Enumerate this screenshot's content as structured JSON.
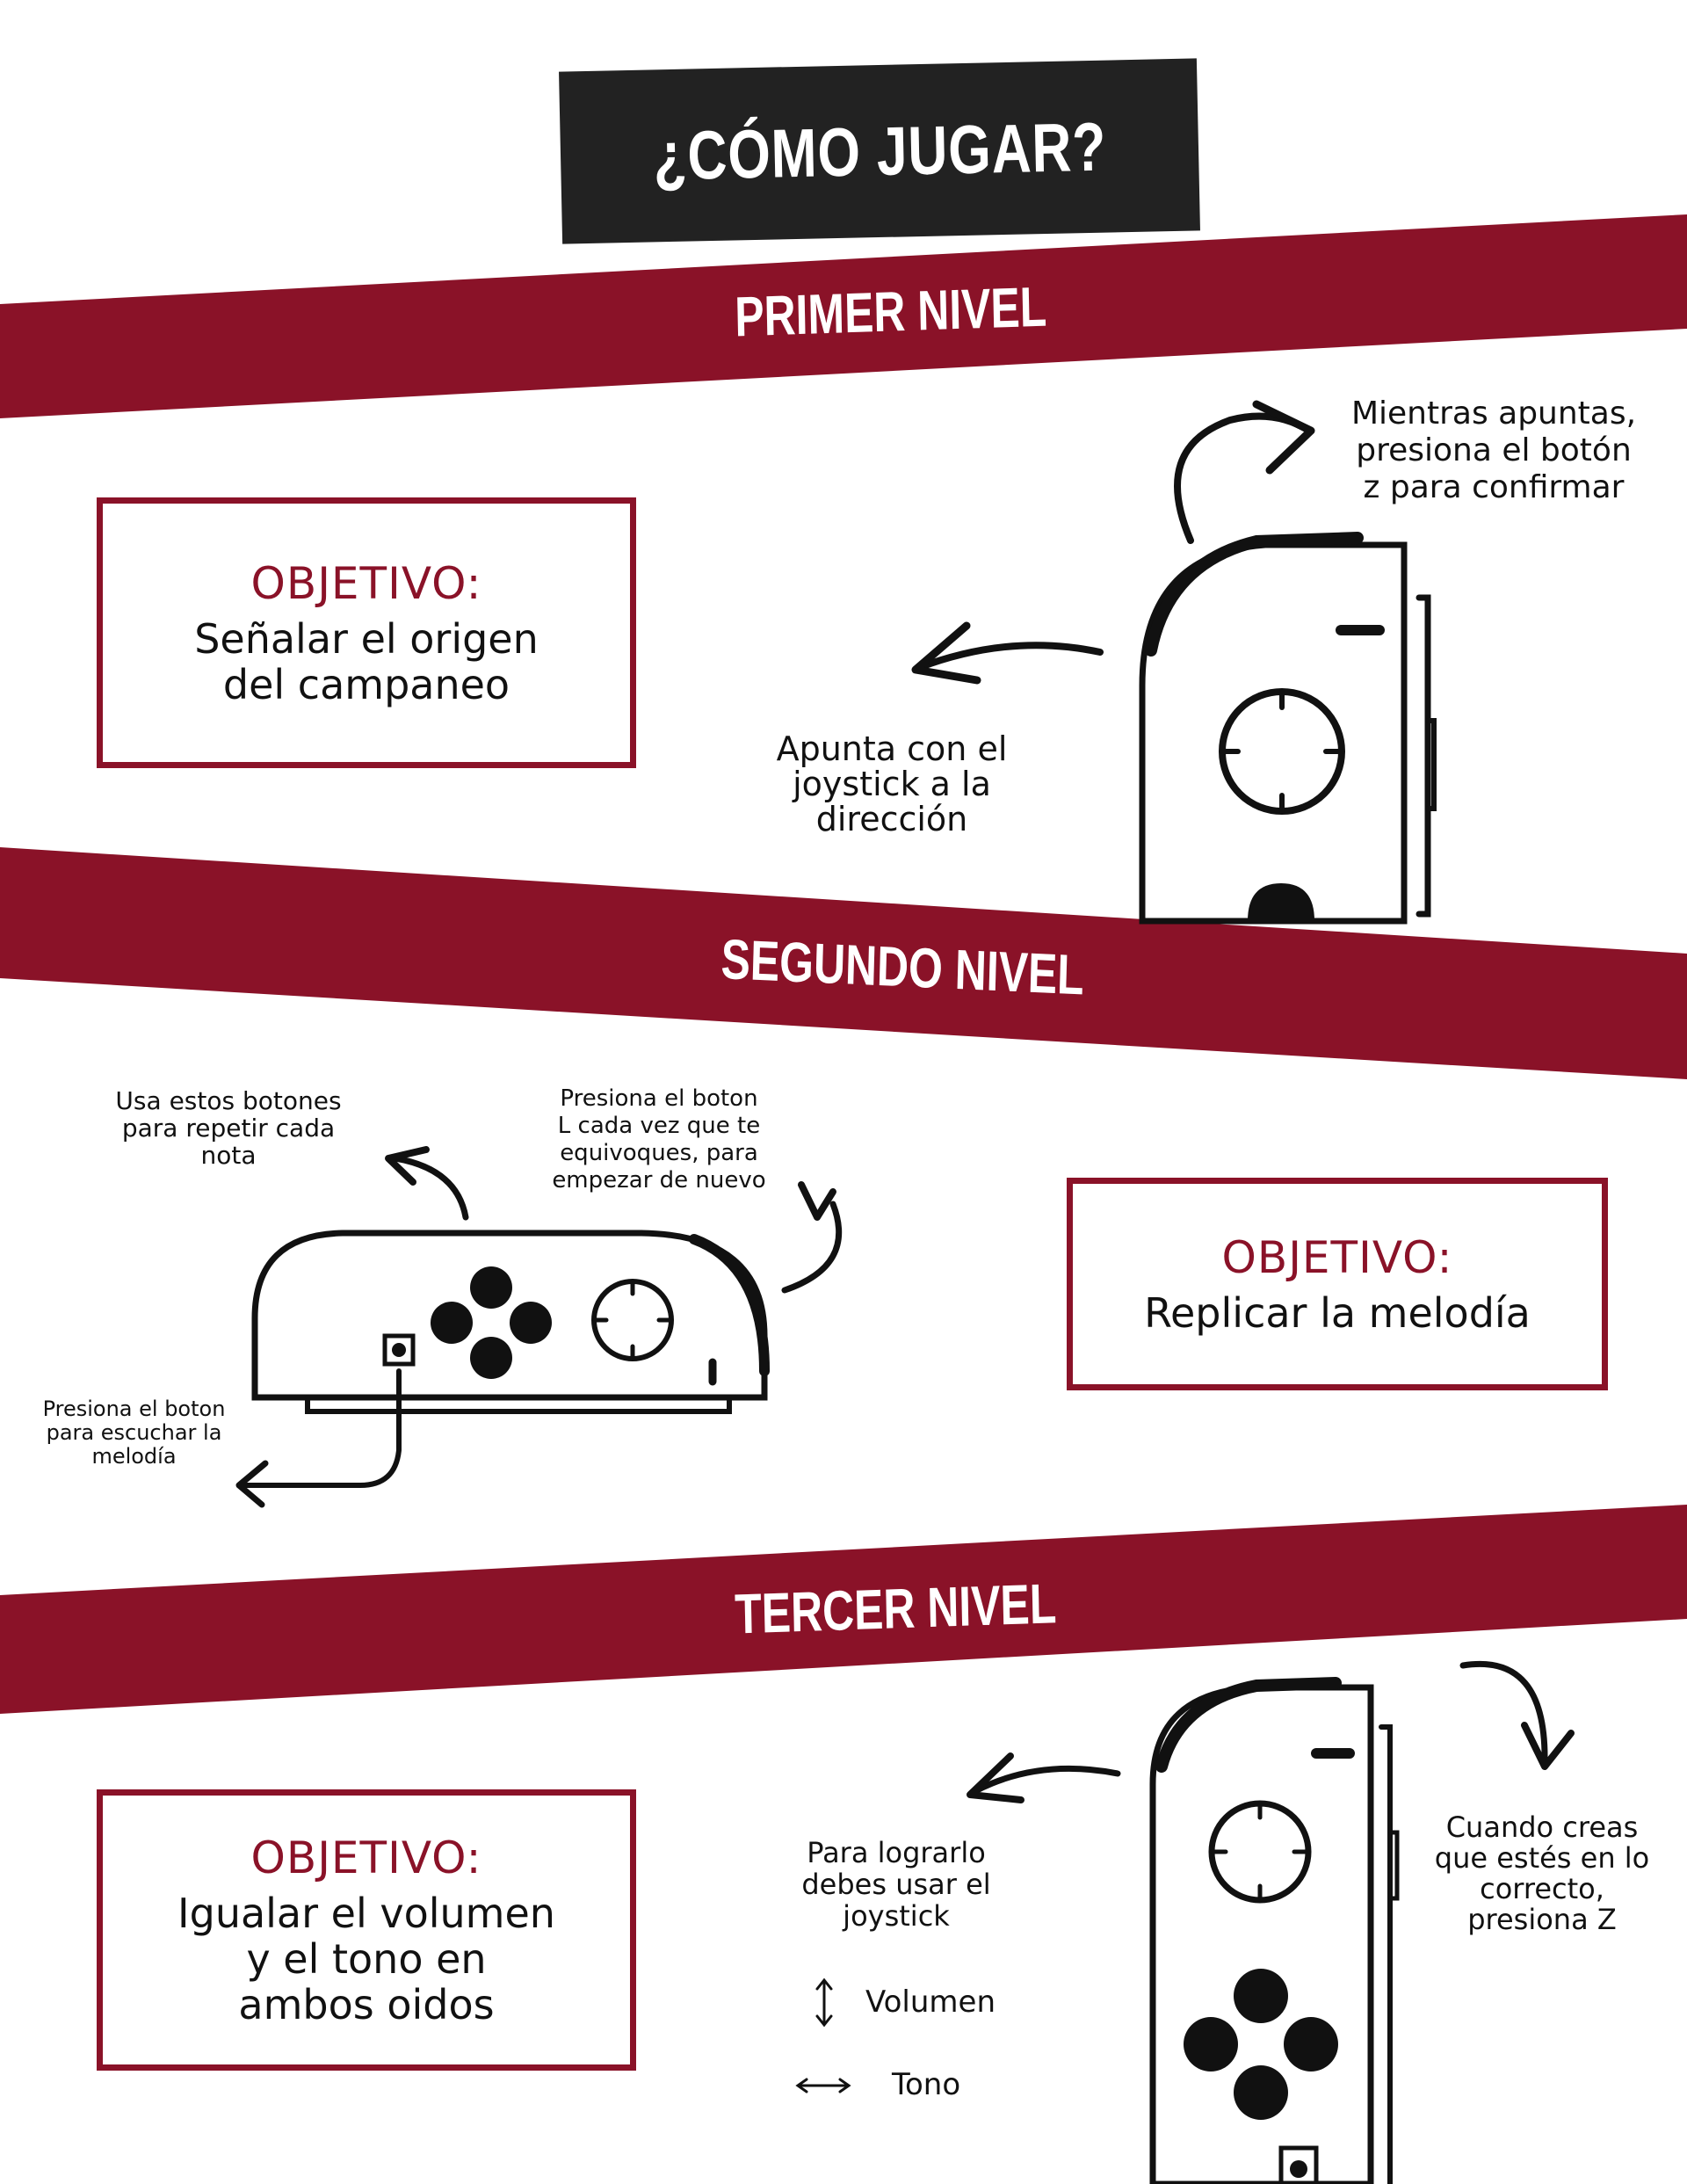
{
  "title": "¿CÓMO JUGAR?",
  "colors": {
    "banner": "#8a1228",
    "title_box": "#222222",
    "text": "#111111"
  },
  "levels": [
    {
      "name": "PRIMER NIVEL",
      "objective_heading": "OBJETIVO:",
      "objective_lines": [
        "Señalar el origen",
        "del campaneo"
      ],
      "notes": [
        {
          "lines": [
            "Mientras apuntas,",
            "presiona el botón",
            "z para confirmar"
          ]
        },
        {
          "lines": [
            "Apunta con el",
            "joystick a la",
            "dirección"
          ]
        }
      ]
    },
    {
      "name": "SEGUNDO NIVEL",
      "objective_heading": "OBJETIVO:",
      "objective_lines": [
        "Replicar la melodía"
      ],
      "notes": [
        {
          "lines": [
            "Usa estos botones",
            "para repetir cada",
            "nota"
          ]
        },
        {
          "lines": [
            "Presiona el boton",
            "L cada vez que te",
            "equivoques, para",
            "empezar de nuevo"
          ]
        },
        {
          "lines": [
            "Presiona el boton",
            "para escuchar la",
            "melodía"
          ]
        }
      ]
    },
    {
      "name": "TERCER NIVEL",
      "objective_heading": "OBJETIVO:",
      "objective_lines": [
        "Igualar el volumen",
        "y el tono en",
        "ambos oidos"
      ],
      "notes": [
        {
          "lines": [
            "Para lograrlo",
            "debes usar el",
            "joystick"
          ]
        },
        {
          "lines": [
            "Cuando creas",
            "que estés en lo",
            "correcto,",
            "presiona Z"
          ]
        }
      ],
      "legend": [
        {
          "icon": "vertical-arrow-icon",
          "label": "Volumen"
        },
        {
          "icon": "horizontal-arrow-icon",
          "label": "Tono"
        }
      ]
    }
  ]
}
